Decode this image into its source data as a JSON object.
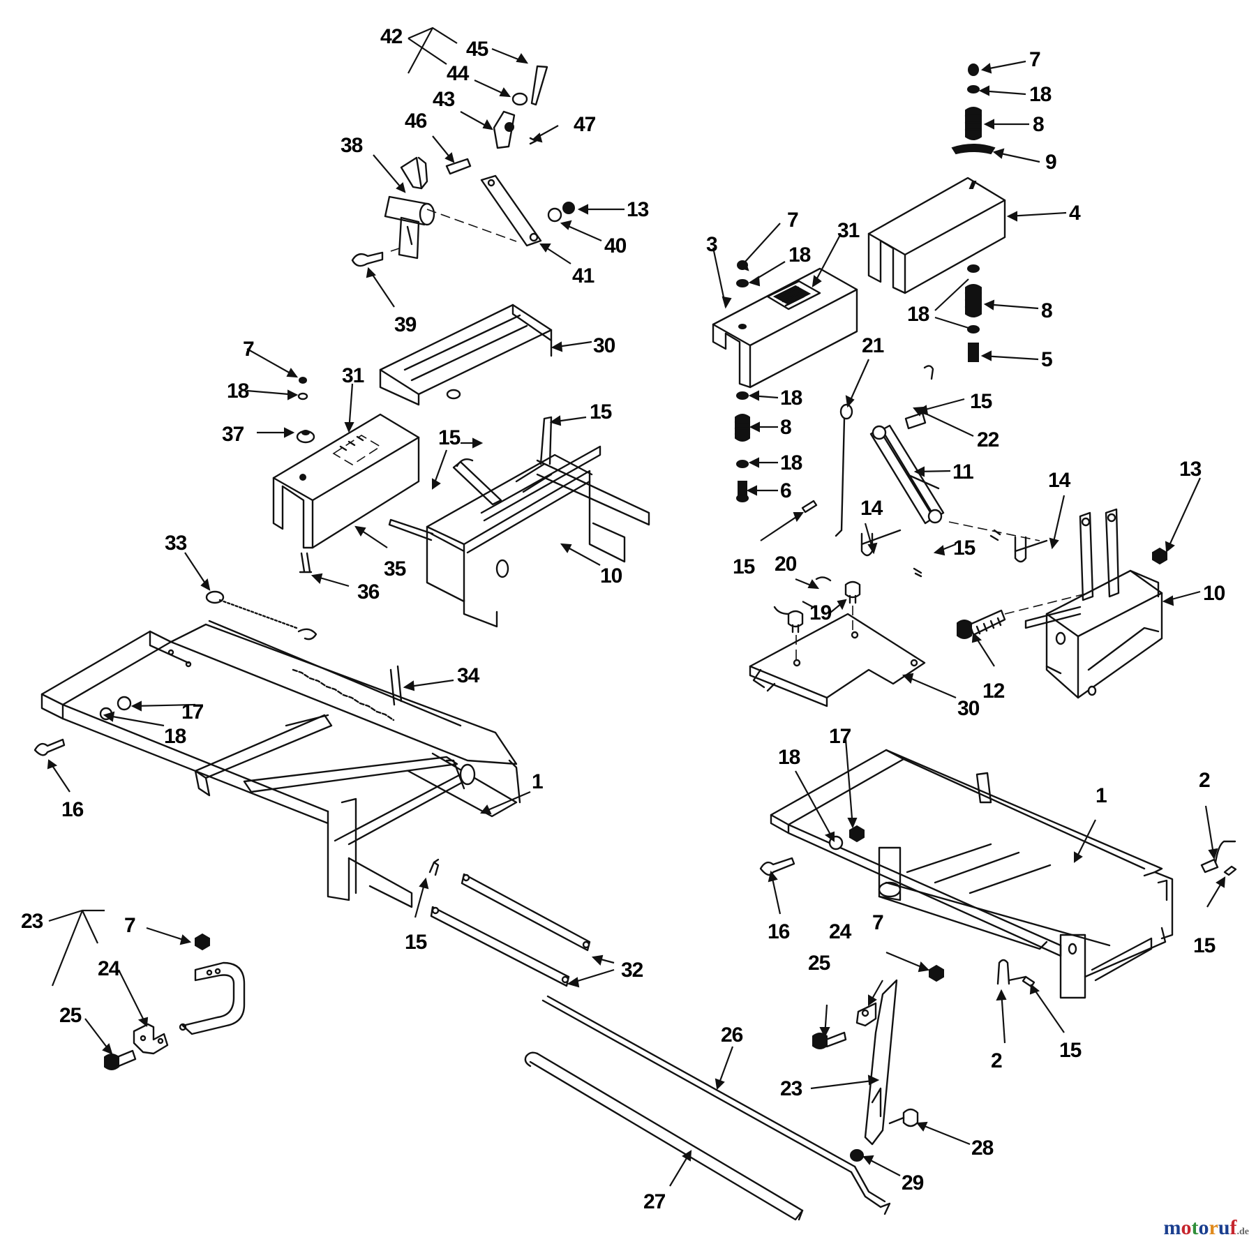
{
  "watermark": {
    "letters": [
      {
        "ch": "m",
        "color": "#1b3f8f"
      },
      {
        "ch": "o",
        "color": "#c6262e"
      },
      {
        "ch": "t",
        "color": "#2f8f3a"
      },
      {
        "ch": "o",
        "color": "#1b3f8f"
      },
      {
        "ch": "r",
        "color": "#e08a1c"
      },
      {
        "ch": "u",
        "color": "#1b3f8f"
      },
      {
        "ch": "f",
        "color": "#c6262e"
      }
    ],
    "tld": ".de"
  },
  "callouts": {
    "c42": "42",
    "c45": "45",
    "c44": "44",
    "c43": "43",
    "c46": "46",
    "c47": "47",
    "c38": "38",
    "c13a": "13",
    "c40": "40",
    "c41": "41",
    "c39": "39",
    "c7a": "7",
    "c18a": "18",
    "c8a": "8",
    "c9": "9",
    "c4": "4",
    "c7b": "7",
    "c31a": "31",
    "c3": "3",
    "c18b": "18",
    "c18c": "18",
    "c8b": "8",
    "c5": "5",
    "c30a": "30",
    "c7c": "7",
    "c18d": "18",
    "c31b": "31",
    "c37": "37",
    "c15a": "15",
    "c15b": "15",
    "c10a": "10",
    "c35": "35",
    "c36": "36",
    "c33": "33",
    "c34": "34",
    "c17a": "17",
    "c18e": "18",
    "c16a": "16",
    "c1a": "1",
    "c15c": "15",
    "c32": "32",
    "c23a": "23",
    "c7d": "7",
    "c24a": "24",
    "c25a": "25",
    "c21": "21",
    "c15d": "15",
    "c22": "22",
    "c11": "11",
    "c18f": "18",
    "c8c": "8",
    "c18g": "18",
    "c6": "6",
    "c15e": "15",
    "c14a": "14",
    "c14b": "14",
    "c15f": "15",
    "c13b": "13",
    "c10b": "10",
    "c20": "20",
    "c19": "19",
    "c12": "12",
    "c30b": "30",
    "c18h": "18",
    "c17b": "17",
    "c1b": "1",
    "c2a": "2",
    "c16b": "16",
    "c15g": "15",
    "c24b": "24",
    "c7e": "7",
    "c25b": "25",
    "c2b": "2",
    "c15h": "15",
    "c23b": "23",
    "c28": "28",
    "c29": "29",
    "c26": "26",
    "c27": "27"
  }
}
